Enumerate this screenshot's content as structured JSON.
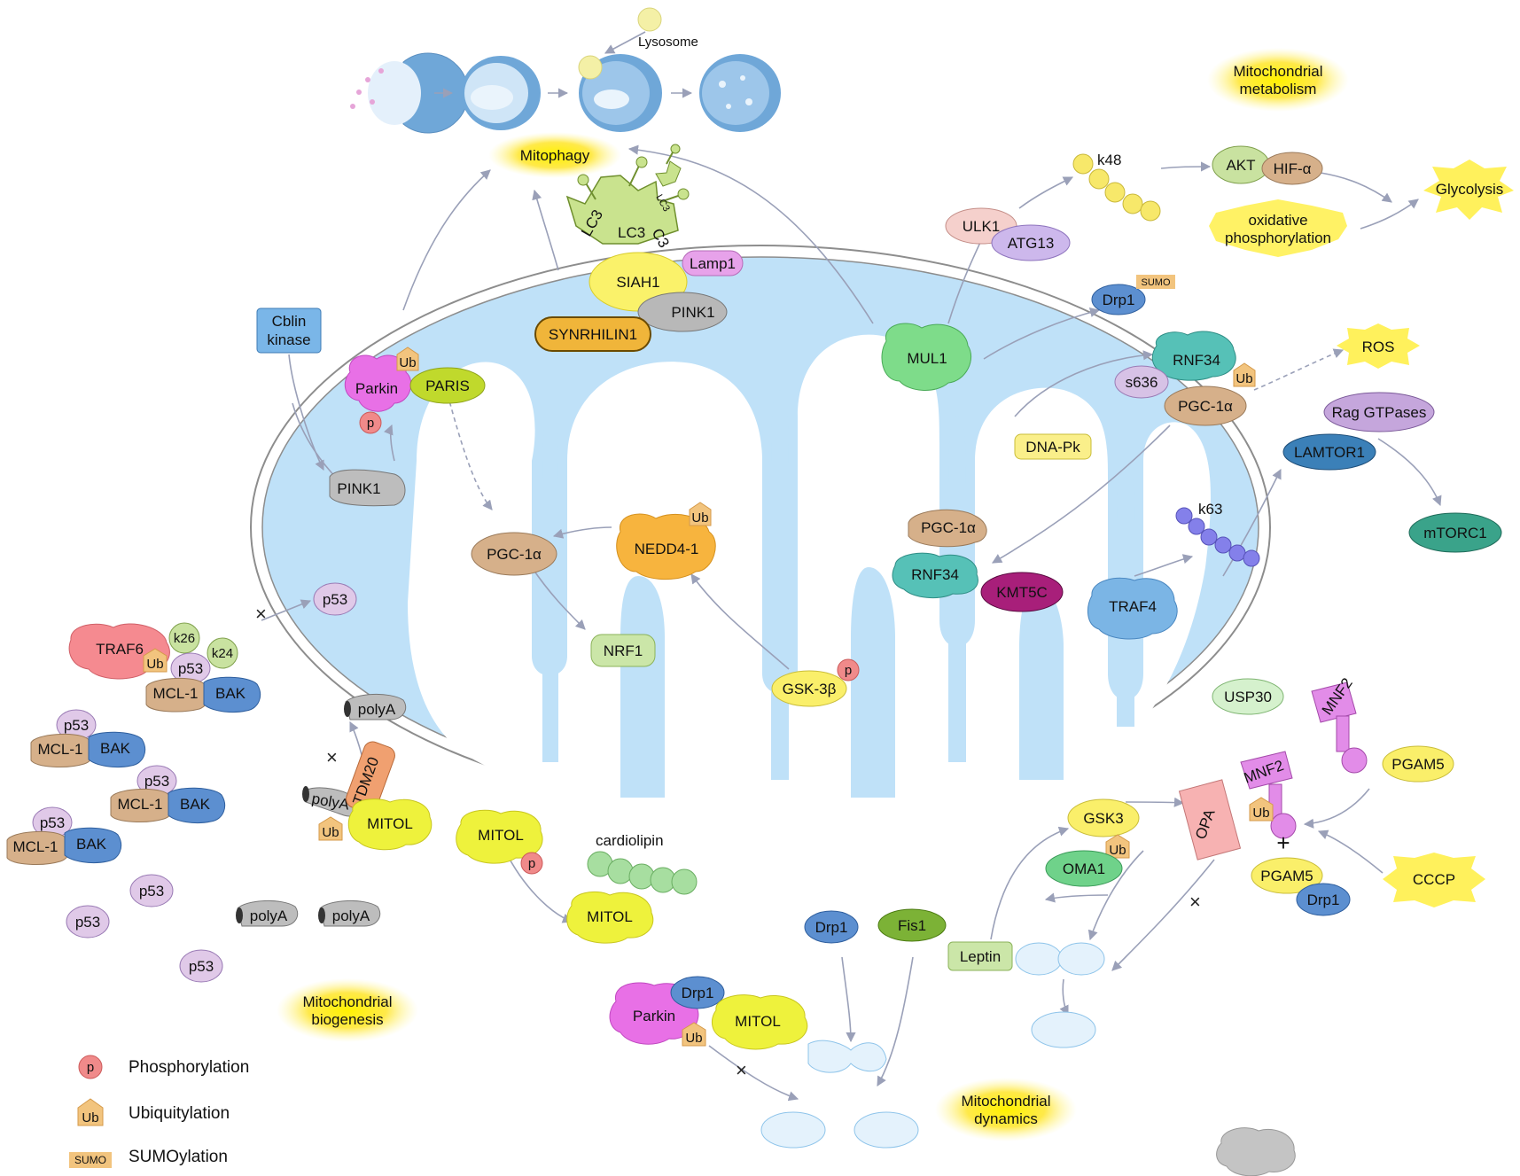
{
  "labels": {
    "lysosome": "Lysosome",
    "mitophagy": "Mitophagy",
    "mito_metabolism": [
      "Mitochondrial",
      "metabolism"
    ],
    "mito_biogenesis": [
      "Mitochondrial",
      "biogenesis"
    ],
    "mito_dynamics": [
      "Mitochondrial",
      "dynamics"
    ],
    "glycolysis": "Glycolysis",
    "oxphos": [
      "oxidative",
      "phosphorylation"
    ],
    "ros": "ROS",
    "cccp": "CCCP",
    "k48": "k48",
    "k63": "k63",
    "cardiolipin": "cardiolipin"
  },
  "proteins": {
    "lc3": "LC3",
    "lc3_partial": "C3",
    "lc3_small": "LC3",
    "siah1": "SIAH1",
    "lamp1": "Lamp1",
    "pink1": "PINK1",
    "synrhilin1": "SYNRHILIN1",
    "cblin": [
      "Cblin",
      "kinase"
    ],
    "parkin": "Parkin",
    "paris": "PARIS",
    "ulk1": "ULK1",
    "atg13": "ATG13",
    "akt": "AKT",
    "hif": "HIF-α",
    "drp1": "Drp1",
    "mul1": "MUL1",
    "rnf34": "RNF34",
    "s636": "s636",
    "pgc1a": "PGC-1α",
    "rag": "Rag GTPases",
    "lamtor1": "LAMTOR1",
    "mtorc1": "mTORC1",
    "dnapk": "DNA-Pk",
    "kmt5c": "KMT5C",
    "traf4": "TRAF4",
    "nedd4": "NEDD4-1",
    "nrf1": "NRF1",
    "gsk3b": "GSK-3β",
    "p53": "p53",
    "traf6": "TRAF6",
    "k26": "k26",
    "k24": "k24",
    "mcl1": "MCL-1",
    "bak": "BAK",
    "polya": "polyA",
    "tdm20": "TDM20",
    "mitol": "MITOL",
    "usp30": "USP30",
    "mnf2": "MNF2",
    "pgam5": "PGAM5",
    "opa": "OPA",
    "gsk3": "GSK3",
    "oma1": "OMA1",
    "fis1": "Fis1",
    "leptin": "Leptin"
  },
  "modifications": {
    "ub": "Ub",
    "p": "p",
    "sumo": "SUMO",
    "plus": "+",
    "x": "×"
  },
  "legend": {
    "phosphorylation": "Phosphorylation",
    "ubiquitylation": "Ubiquitylation",
    "sumoylation": "SUMOylation"
  }
}
